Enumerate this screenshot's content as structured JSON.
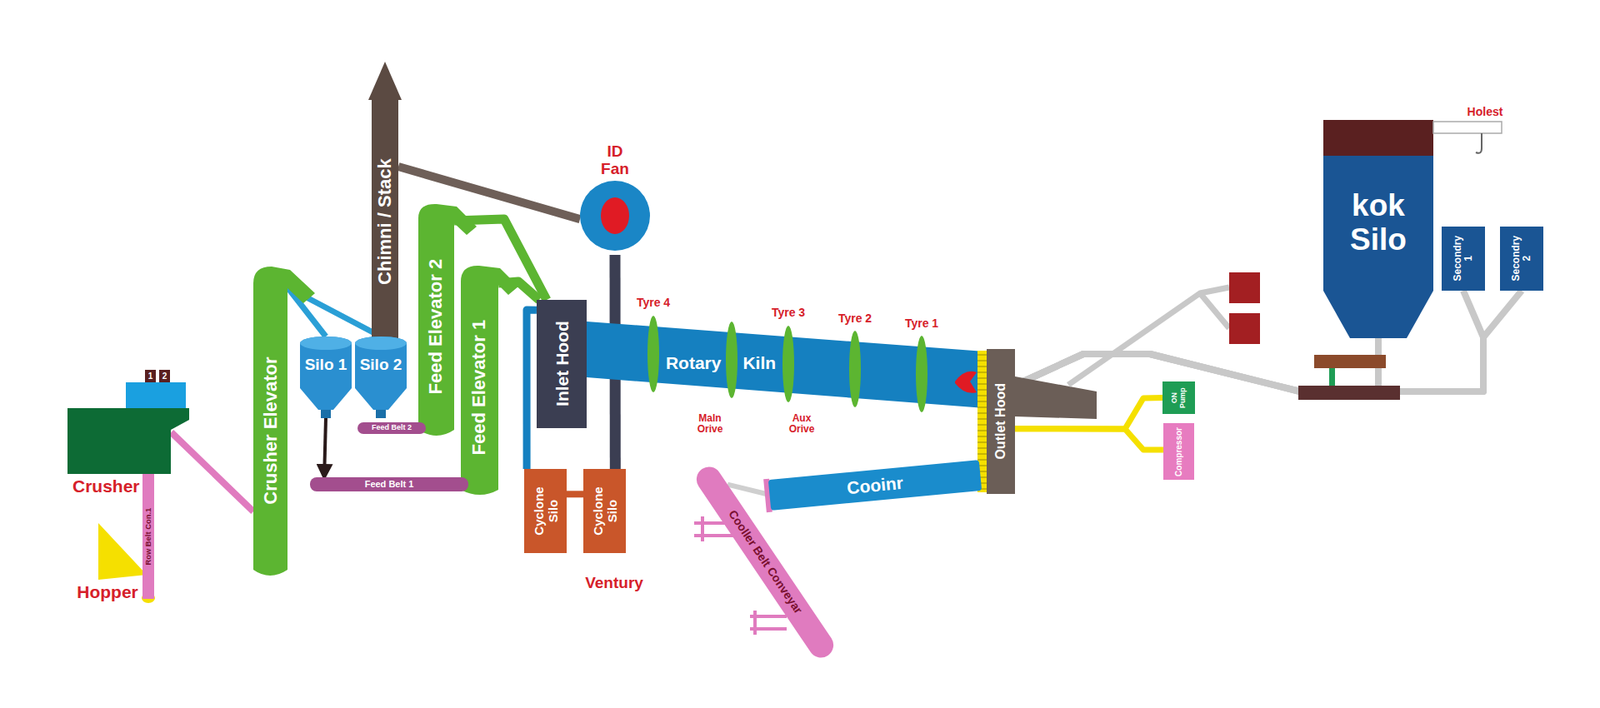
{
  "diagram": {
    "nodes": [
      {
        "text": [
          "1"
        ]
      },
      {
        "text": [
          "2"
        ]
      },
      {
        "text": [
          "Crusher"
        ]
      },
      {
        "text": [
          "Hopper"
        ]
      },
      {
        "text": [
          "Row Belt Con.1"
        ]
      },
      {
        "text": [
          "Crusher Elevator"
        ]
      },
      {
        "text": [
          "Silo 1"
        ]
      },
      {
        "text": [
          "Silo 2"
        ]
      },
      {
        "text": [
          "Feed Belt 2"
        ]
      },
      {
        "text": [
          "Feed Belt 1"
        ]
      },
      {
        "text": [
          "Chimni / Stack"
        ]
      },
      {
        "text": [
          "Feed Elevator 2"
        ]
      },
      {
        "text": [
          "Feed Elevator 1"
        ]
      },
      {
        "text": [
          "ID Fan"
        ]
      },
      {
        "text": [
          "Inlet Hood"
        ]
      },
      {
        "text": [
          "Cyclone Silo"
        ]
      },
      {
        "text": [
          "Cyclone Silo"
        ]
      },
      {
        "text": [
          "Rotary",
          "Kiln"
        ]
      },
      {
        "text": [
          "Outlet Hood"
        ]
      },
      {
        "text": [
          "Cooinr"
        ]
      },
      {
        "text": [
          "Cooller Belt Conveyar"
        ]
      },
      {
        "text": [
          "ON Pump"
        ]
      },
      {
        "text": [
          "Compressor"
        ]
      },
      {
        "text": [
          "kok Silo"
        ]
      },
      {
        "text": [
          "Secondry 1"
        ]
      },
      {
        "text": [
          "Secondry 2"
        ]
      }
    ],
    "edges": [
      {
        "from": 2,
        "to": 5,
        "arrow": "none"
      },
      {
        "from": 5,
        "to": 6,
        "arrow": "none"
      },
      {
        "from": 5,
        "to": 7,
        "arrow": "none"
      },
      {
        "from": 6,
        "to": 9,
        "arrow": "to"
      },
      {
        "from": 10,
        "to": 13,
        "arrow": "none"
      },
      {
        "from": 11,
        "to": 14,
        "arrow": "none"
      },
      {
        "from": 12,
        "to": 14,
        "arrow": "none"
      },
      {
        "from": 13,
        "to": 16,
        "arrow": "none"
      },
      {
        "from": 14,
        "to": 15,
        "arrow": "none"
      },
      {
        "from": 15,
        "to": 16,
        "arrow": "none"
      },
      {
        "from": 19,
        "to": 20,
        "arrow": "none"
      },
      {
        "from": 18,
        "to": 21,
        "arrow": "none"
      },
      {
        "from": 18,
        "to": 22,
        "arrow": "none"
      },
      {
        "from": 23,
        "to": 18,
        "arrow": "none"
      },
      {
        "from": 24,
        "to": 18,
        "arrow": "none"
      },
      {
        "from": 25,
        "to": 18,
        "arrow": "none"
      }
    ],
    "labels": [
      "Tyre 4",
      "Tyre 3",
      "Tyre 2",
      "Tyre 1",
      "Maln Orive",
      "Aux Orive",
      "Ventury",
      "Holest"
    ]
  }
}
